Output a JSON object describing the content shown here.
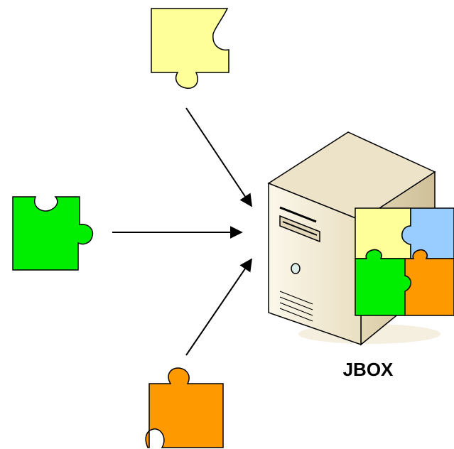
{
  "server": {
    "label": "JBOX"
  },
  "pieces": [
    {
      "id": "yellow",
      "color": "#FFFF99"
    },
    {
      "id": "green",
      "color": "#00EE00"
    },
    {
      "id": "orange",
      "color": "#FF9900"
    },
    {
      "id": "blue",
      "color": "#99CCFF"
    }
  ],
  "colors": {
    "outline": "#000000",
    "server_front": "#F5EED8",
    "server_side": "#D9CCA8",
    "server_top": "#EDE3C8",
    "shadow": "#F4EFDF"
  }
}
